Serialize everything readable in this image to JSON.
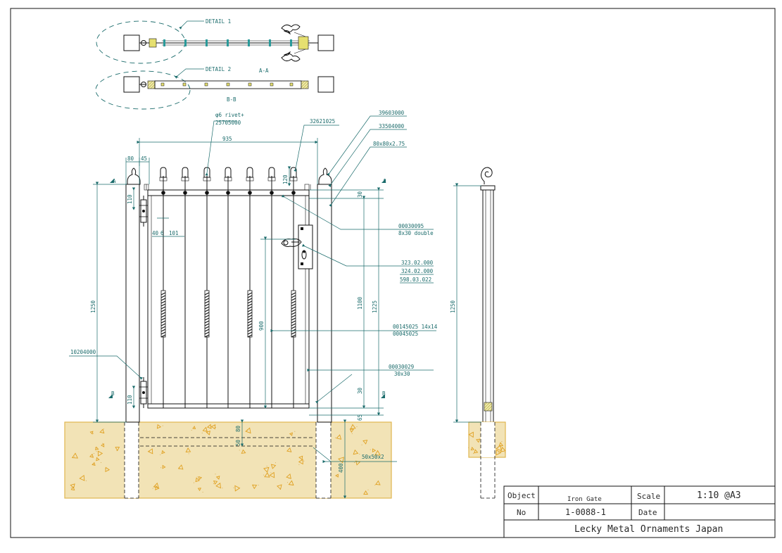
{
  "details": {
    "detail1": "DETAIL 1",
    "detail2": "DETAIL 2",
    "sectionA": "A-A",
    "sectionB": "B-B",
    "markA": "A",
    "markB": "B"
  },
  "callouts": {
    "rivet_line1": "φ6 rivet+",
    "rivet_line2": "25705000",
    "picket_top": "32621025",
    "post_cap": "39603000",
    "post_part": "33504000",
    "post_size": "80x80x2.75",
    "rail_part": "00030095",
    "rail_size": "8x30 double",
    "lock_a": "323.02.000",
    "lock_b": "324.02.000",
    "lock_c": "598.03.022",
    "bar_part": "00145025 14x14",
    "bar_part2": "00045025",
    "frame_part": "00030029",
    "frame_size": "30x30",
    "hinge_part": "10204000",
    "tube_size": "50x50x2"
  },
  "dimensions": {
    "width_935": "935",
    "d80": "80",
    "d45": "45",
    "d40": "40",
    "d6": "6",
    "d101": "101",
    "d120": "120",
    "d30_top": "30",
    "d30_bot": "30",
    "d65": "65",
    "h1250": "1250",
    "h1100": "1100",
    "h1225": "1225",
    "h900": "900",
    "d110_top": "110",
    "d110_bot": "110",
    "d80_ground": "80",
    "d50_ground": "50",
    "d400": "400",
    "side_1250": "1250"
  },
  "title_block": {
    "object_label": "Object",
    "object_value": "Iron Gate",
    "scale_label": "Scale",
    "scale_value": "1:10 @A3",
    "no_label": "No",
    "no_value": "1-0088-1",
    "date_label": "Date",
    "date_value": "",
    "company": "Lecky Metal Ornaments Japan"
  },
  "colors": {
    "annotation": "#1a6b6b",
    "line": "#111111",
    "concrete": "#f2e3b6",
    "concrete_edge": "#e0b650",
    "aggregate": "#e0a020",
    "hatch": "#c9c94a"
  },
  "chart_data": null
}
